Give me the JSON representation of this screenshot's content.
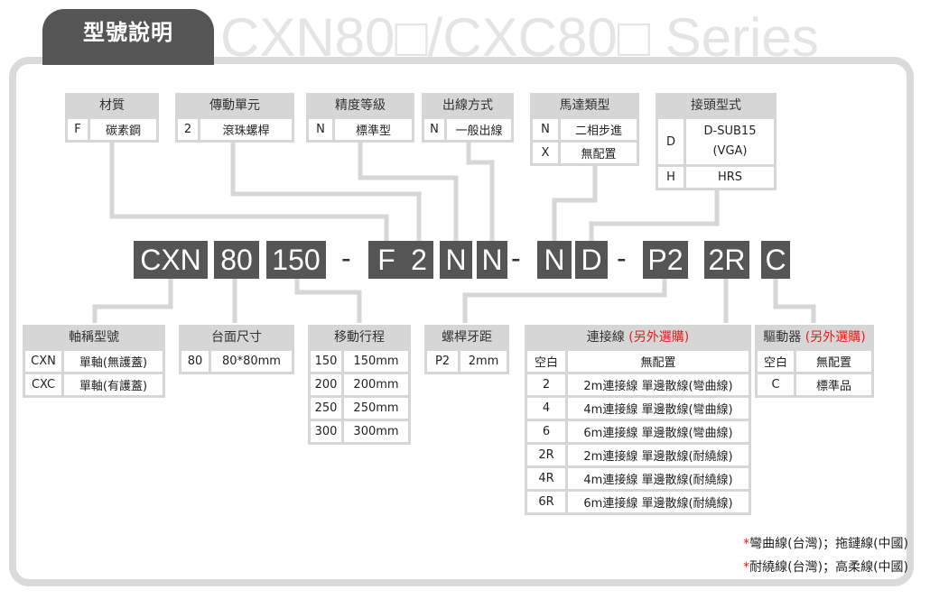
{
  "title": "型號說明",
  "series_text": "CXN80□/CXC80□ Series",
  "model_code": {
    "seg1": "CXN",
    "seg2": "80",
    "seg3": "150",
    "dash1": "-",
    "seg4": "F",
    "seg5": "2",
    "seg6": "N",
    "seg7": "N",
    "dash2": "-",
    "seg8": "N",
    "seg9": "D",
    "dash3": "-",
    "seg10": "P2",
    "seg11": "2R",
    "seg12": "C"
  },
  "material": {
    "header": "材質",
    "rows": [
      {
        "code": "F",
        "desc": "碳素鋼"
      }
    ]
  },
  "transmission": {
    "header": "傳動單元",
    "rows": [
      {
        "code": "2",
        "desc": "滾珠螺桿"
      }
    ]
  },
  "precision": {
    "header": "精度等級",
    "rows": [
      {
        "code": "N",
        "desc": "標準型"
      }
    ]
  },
  "outlet": {
    "header": "出線方式",
    "rows": [
      {
        "code": "N",
        "desc": "一般出線"
      }
    ]
  },
  "motor": {
    "header": "馬達類型",
    "rows": [
      {
        "code": "N",
        "desc": "二相步進"
      },
      {
        "code": "X",
        "desc": "無配置"
      }
    ]
  },
  "connector": {
    "header": "接頭型式",
    "rows": [
      {
        "code": "D",
        "desc1": "D-SUB15",
        "desc2": "(VGA)"
      },
      {
        "code": "H",
        "desc": "HRS"
      }
    ]
  },
  "axis": {
    "header": "軸稱型號",
    "rows": [
      {
        "code": "CXN",
        "desc": "單軸(無護蓋)"
      },
      {
        "code": "CXC",
        "desc": "單軸(有護蓋)"
      }
    ]
  },
  "table_size": {
    "header": "台面尺寸",
    "rows": [
      {
        "code": "80",
        "desc": "80*80mm"
      }
    ]
  },
  "stroke": {
    "header": "移動行程",
    "rows": [
      {
        "code": "150",
        "desc": "150mm"
      },
      {
        "code": "200",
        "desc": "200mm"
      },
      {
        "code": "250",
        "desc": "250mm"
      },
      {
        "code": "300",
        "desc": "300mm"
      }
    ]
  },
  "lead": {
    "header": "螺桿牙距",
    "rows": [
      {
        "code": "P2",
        "desc": "2mm"
      }
    ]
  },
  "cable": {
    "header": "連接線",
    "header_optional": "(另外選購)",
    "rows": [
      {
        "code": "空白",
        "desc": "無配置"
      },
      {
        "code": "2",
        "desc": "2m連接線 單邊散線(彎曲線)"
      },
      {
        "code": "4",
        "desc": "4m連接線 單邊散線(彎曲線)"
      },
      {
        "code": "6",
        "desc": "6m連接線 單邊散線(彎曲線)"
      },
      {
        "code": "2R",
        "desc": "2m連接線 單邊散線(耐繞線)"
      },
      {
        "code": "4R",
        "desc": "4m連接線 單邊散線(耐繞線)"
      },
      {
        "code": "6R",
        "desc": "6m連接線 單邊散線(耐繞線)"
      }
    ]
  },
  "driver": {
    "header": "驅動器",
    "header_optional": "(另外選購)",
    "rows": [
      {
        "code": "空白",
        "desc": "無配置"
      },
      {
        "code": "C",
        "desc": "標準品"
      }
    ]
  },
  "notes": {
    "star": "*",
    "note1": "彎曲線(台灣)；拖鏈線(中國)",
    "note2": "耐繞線(台灣)；高柔線(中國)"
  },
  "colors": {
    "code_bg": "#555555",
    "table_bg": "#d6d6d6",
    "optional_red": "#e02020"
  }
}
